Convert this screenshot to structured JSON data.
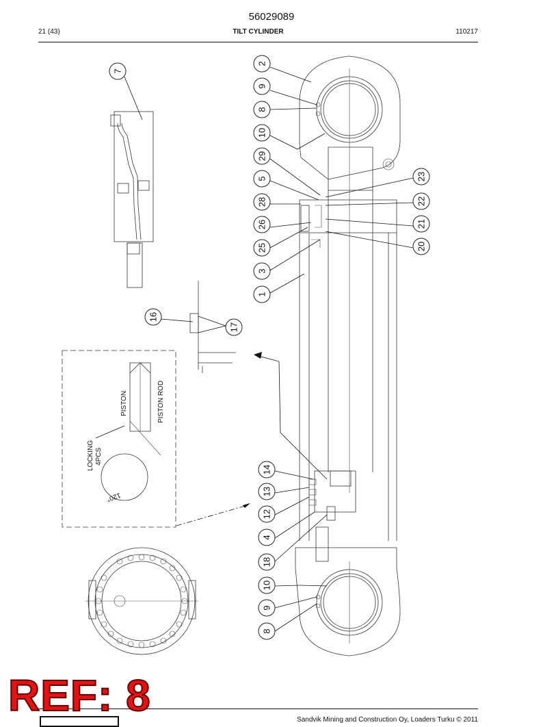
{
  "header": {
    "doc_number": "56029089",
    "page": "21 (43)",
    "title": "TILT CYLINDER",
    "code": "110217"
  },
  "footer": {
    "copyright": "Sandvik Mining and Construction Oy, Loaders Turku © 2011"
  },
  "stamp": {
    "text": "REF: 8",
    "color": "#e81010"
  },
  "drawing": {
    "labels": {
      "piston": "PISTON",
      "piston_rod": "PISTON ROD",
      "locking": "LOCKING",
      "pcs": "4PCS",
      "angle": "120°"
    },
    "balloons": {
      "b7": "7",
      "b2": "2",
      "b9a": "9",
      "b8a": "8",
      "b10a": "10",
      "b29": "29",
      "b5": "5",
      "b28": "28",
      "b26": "26",
      "b25": "25",
      "b3": "3",
      "b1": "1",
      "b23": "23",
      "b22": "22",
      "b21": "21",
      "b20": "20",
      "b16": "16",
      "b17": "17",
      "b14": "14",
      "b13": "13",
      "b12": "12",
      "b4": "4",
      "b18": "18",
      "b10b": "10",
      "b9b": "9",
      "b8b": "8"
    }
  }
}
